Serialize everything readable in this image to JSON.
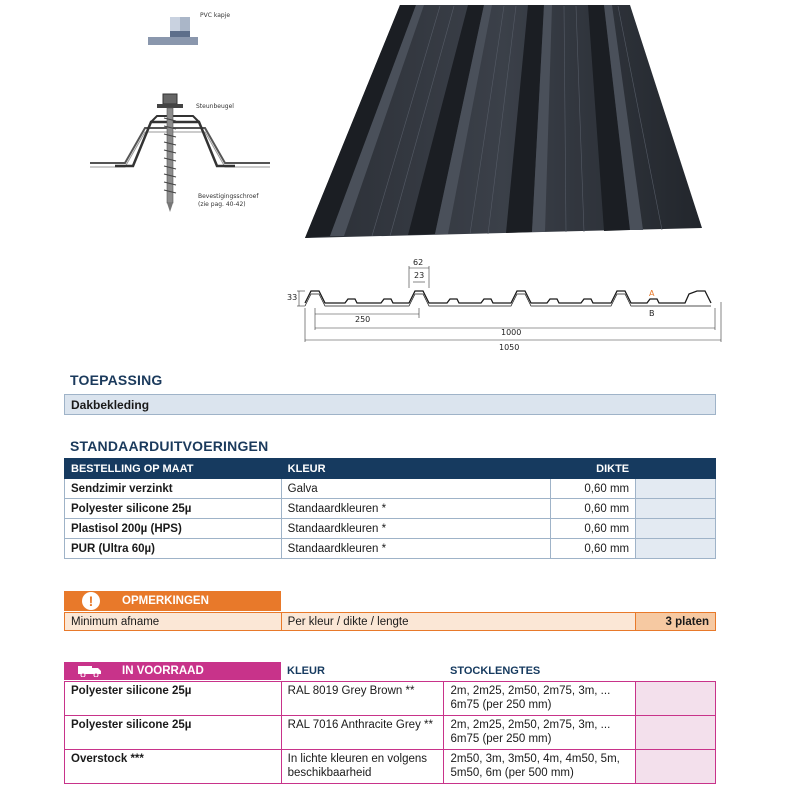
{
  "top_labels": {
    "pvc": "PVC kapje",
    "steunbeugel": "Steunbeugel",
    "screw_1": "Bevestigingsschroef",
    "screw_2": "(zie pag. 40-42)"
  },
  "profile_dims": {
    "d62": "62",
    "d23": "23",
    "d33": "33",
    "d250": "250",
    "d1000": "1000",
    "d1050": "1050",
    "label_a": "A",
    "label_b": "B"
  },
  "toepassing": {
    "title": "TOEPASSING",
    "value": "Dakbekleding"
  },
  "standaard": {
    "title": "STANDAARDUITVOERINGEN",
    "headers": [
      "BESTELLING OP MAAT",
      "KLEUR",
      "DIKTE"
    ],
    "rows": [
      {
        "name": "Sendzimir verzinkt",
        "kleur": "Galva",
        "dikte": "0,60 mm"
      },
      {
        "name": "Polyester silicone 25µ",
        "kleur": "Standaardkleuren *",
        "dikte": "0,60 mm"
      },
      {
        "name": "Plastisol 200µ (HPS)",
        "kleur": "Standaardkleuren *",
        "dikte": "0,60 mm"
      },
      {
        "name": "PUR (Ultra 60µ)",
        "kleur": "Standaardkleuren *",
        "dikte": "0,60 mm"
      }
    ]
  },
  "opmerkingen": {
    "title": "OPMERKINGEN",
    "label": "Minimum afname",
    "value": "Per kleur / dikte / lengte",
    "qty": "3 platen",
    "icon": "exclamation-icon",
    "color": "#e8792a"
  },
  "voorraad": {
    "title": "IN VOORRAAD",
    "icon": "truck-icon",
    "color": "#c8338a",
    "headers": [
      "KLEUR",
      "STOCKLENGTES"
    ],
    "rows": [
      {
        "name": "Polyester silicone 25µ",
        "kleur": "RAL 8019 Grey Brown **",
        "lengths_1": "2m, 2m25, 2m50, 2m75, 3m, ...",
        "lengths_2": "6m75 (per 250 mm)"
      },
      {
        "name": "Polyester silicone 25µ",
        "kleur": "RAL 7016 Anthracite Grey **",
        "lengths_1": "2m, 2m25, 2m50, 2m75, 3m, ...",
        "lengths_2": "6m75 (per 250 mm)"
      },
      {
        "name": "Overstock ***",
        "kleur": "In lichte kleuren en volgens",
        "kleur_2": "beschikbaarheid",
        "lengths_1": "2m50, 3m, 3m50, 4m, 4m50, 5m,",
        "lengths_2": "5m50, 6m (per 500 mm)"
      }
    ]
  }
}
